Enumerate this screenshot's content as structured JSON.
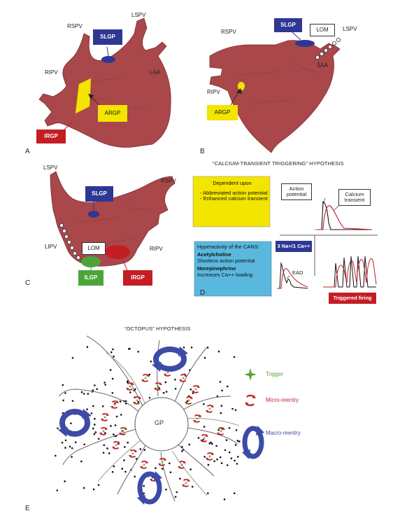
{
  "panel_a": {
    "letter": "A",
    "labels": {
      "rspv": "RSPV",
      "lspv": "LSPV",
      "ripv": "RIPV",
      "laa": "LAA"
    },
    "tags": {
      "slgp": "SLGP",
      "argp": "ARGP",
      "irgp": "IRGP"
    }
  },
  "panel_b": {
    "letter": "B",
    "labels": {
      "rspv": "RSPV",
      "lspv": "LSPV",
      "ripv": "RIPV",
      "laa": "LAA"
    },
    "tags": {
      "slgp": "SLGP",
      "argp": "ARGP",
      "lom": "LOM"
    }
  },
  "panel_c": {
    "letter": "C",
    "labels": {
      "lspv": "LSPV",
      "rspv": "RSPV",
      "lipv": "LIPV",
      "ripv": "RIPV"
    },
    "tags": {
      "slgp": "SLGP",
      "lom": "LOM",
      "ilgp": "ILGP",
      "irgp": "IRGP"
    }
  },
  "panel_d": {
    "letter": "D",
    "title": "“CALCIUM-TRANSIENT TRIGGERING” HYPOTHESIS",
    "yellow_box": {
      "heading": "Dependent upon",
      "item1": "- Abbreviated action potential",
      "item2": "- Enhanced calcium transient"
    },
    "blue_box": {
      "intro": "Hyperactivity of the CANS:",
      "ach_bold": "Acetylcholine",
      "ach_text": "Shortens action potential",
      "ne_bold": "Norepinephrine",
      "ne_text": "Increases Ca++ loading"
    },
    "action_potential_label": "Action potential",
    "calcium_transient_label": "Calcium transient",
    "exchange_label": "3 Na+/1 Ca++",
    "ead_label": "EAD",
    "triggered_label": "Triggered firing"
  },
  "panel_e": {
    "letter": "E",
    "title": "“OCTOPUS” HYPOTHESIS",
    "center_label": "GP",
    "legend": {
      "trigger": "Trigger",
      "micro": "Micro-reentry",
      "macro": "Macro-reentry"
    }
  },
  "colors": {
    "atrium": "#a9474a",
    "navy_tag": "#2e3792",
    "red_tag": "#c41d24",
    "yellow_tag": "#f3e500",
    "green_tag": "#4aa63b",
    "blue_box": "#5ab8df",
    "arrow_blue": "#3d4ba7",
    "trigger_green": "#5ba43a",
    "micro_red": "#c0282e"
  }
}
